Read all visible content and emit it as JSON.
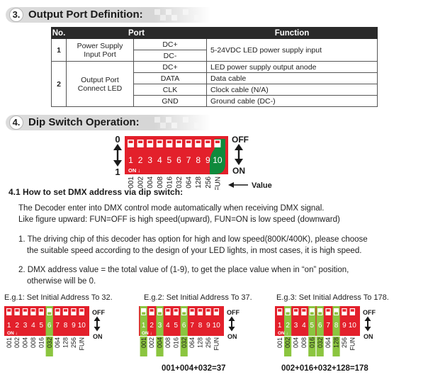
{
  "section3": {
    "number": "3.",
    "title": "Output Port Definition:"
  },
  "table": {
    "headers": {
      "no": "No.",
      "port": "Port",
      "function": "Function"
    },
    "row1": {
      "no": "1",
      "port": "Power Supply Input Port",
      "pins": [
        "DC+",
        "DC-"
      ],
      "function": "5-24VDC LED power supply input"
    },
    "row2": {
      "no": "2",
      "port": "Output Port Connect LED",
      "pins": [
        "DC+",
        "DATA",
        "CLK",
        "GND"
      ],
      "functions": [
        "LED power supply output anode",
        "Data cable",
        "Clock cable (N/A)",
        "Ground cable (DC-)"
      ]
    }
  },
  "section4": {
    "number": "4.",
    "title": "Dip Switch Operation:"
  },
  "dip": {
    "off_state_label": "0",
    "on_state_label": "1",
    "switch_numbers": [
      "1",
      "2",
      "3",
      "4",
      "5",
      "6",
      "7",
      "8",
      "9",
      "10"
    ],
    "on_marker": "ON",
    "values": [
      "001",
      "002",
      "004",
      "008",
      "016",
      "032",
      "064",
      "128",
      "256",
      "FUN"
    ],
    "off_label": "OFF",
    "on_label": "ON",
    "value_label": "Value",
    "colors": {
      "red": "#e3202b",
      "green": "#8bc53f",
      "dark_green": "#0f8a3c"
    }
  },
  "sub41": {
    "title": "4.1  How to set DMX address via dip switch:",
    "intro1": "The Decoder enter into DMX control mode automatically when receiving DMX signal.",
    "intro2": "Like figure upward: FUN=OFF is high speed(upward), FUN=ON is low speed (downward)",
    "item1_line1": "1. The driving chip of this decoder has option for high and low speed(800K/400K),  please choose",
    "item1_line2": "the suitable speed according to the design of your LED lights, in most cases, it is high speed.",
    "item2_line1": "2. DMX address value = the total value of (1-9), to get the place value when in “on” position,",
    "item2_line2": "otherwise will be 0."
  },
  "examples": [
    {
      "caption": "E.g.1: Set Initial Address To 32.",
      "on_switches": [
        6
      ],
      "sum": ""
    },
    {
      "caption": "E.g.2: Set Initial Address To 37.",
      "on_switches": [
        1,
        3,
        6
      ],
      "sum": "001+004+032=37"
    },
    {
      "caption": "E.g.3: Set Initial Address To 178.",
      "on_switches": [
        2,
        5,
        6,
        8
      ],
      "sum": "002+016+032+128=178"
    }
  ]
}
